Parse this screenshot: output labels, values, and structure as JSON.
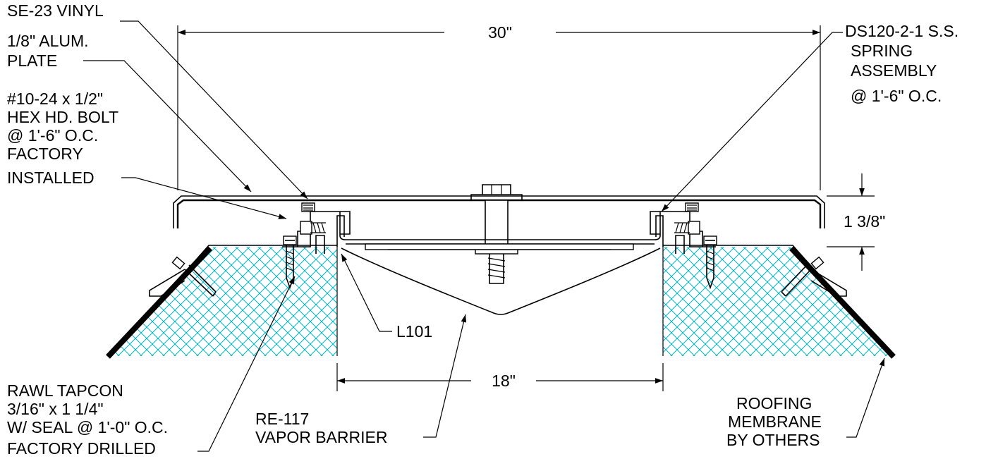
{
  "dimensions": {
    "overall_width": "30\"",
    "opening_width": "18\"",
    "height": "1 3/8\""
  },
  "callouts": {
    "vinyl": "SE-23 VINYL",
    "plate_line1": "1/8\" ALUM.",
    "plate_line2": "PLATE",
    "bolt_line1": "#10-24 x 1/2\"",
    "bolt_line2": "HEX HD. BOLT",
    "bolt_line3": "@ 1'-6\" O.C.",
    "bolt_line4": "FACTORY",
    "bolt_line5": "INSTALLED",
    "spring_line1": "DS120-2-1 S.S.",
    "spring_line2": "SPRING",
    "spring_line3": "ASSEMBLY",
    "spring_line4": "@ 1'-6\" O.C.",
    "angle": "L101",
    "tapcon_line1": "RAWL TAPCON",
    "tapcon_line2": "3/16\" x 1 1/4\"",
    "tapcon_line3": "W/ SEAL @ 1'-0\" O.C.",
    "tapcon_line4": "FACTORY DRILLED",
    "barrier_line1": "RE-117",
    "barrier_line2": "VAPOR BARRIER",
    "membrane_line1": "ROOFING",
    "membrane_line2": "MEMBRANE",
    "membrane_line3": "BY OTHERS"
  },
  "colors": {
    "insulation_hatch": "#00b8c8",
    "line": "#000000"
  }
}
